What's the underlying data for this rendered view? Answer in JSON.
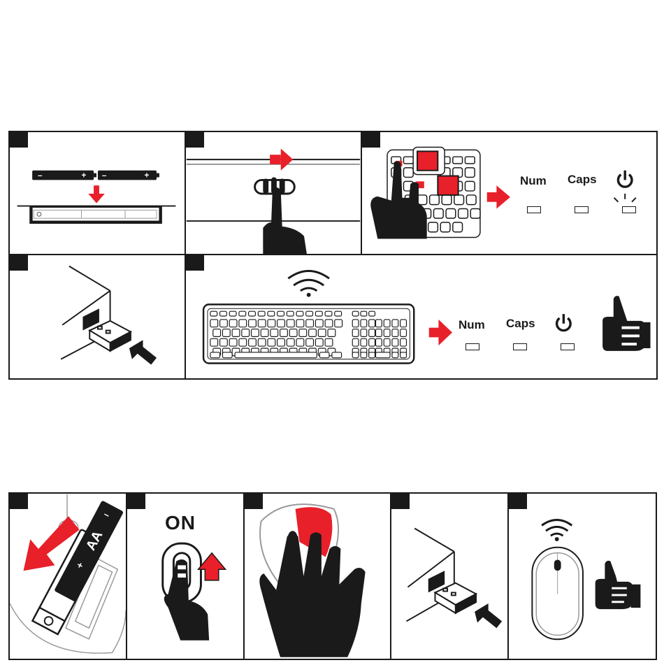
{
  "keyboard_steps": {
    "indicators_step3": {
      "num": "Num",
      "caps": "Caps"
    },
    "indicators_step5": {
      "num": "Num",
      "caps": "Caps"
    }
  },
  "mouse_steps": {
    "switch_label": "ON",
    "battery_text_main": "AA",
    "battery_text_small": "AA"
  },
  "colors": {
    "accent": "#e8202a",
    "ink": "#1a1a1a"
  },
  "icons": [
    "battery-icon",
    "down-arrow-icon",
    "right-arrow-icon",
    "finger-icon",
    "hand-press-icon",
    "power-icon",
    "usb-receiver-icon",
    "black-arrow-icon",
    "wifi-icon",
    "keyboard-icon",
    "thumbs-up-icon",
    "mouse-icon",
    "up-arrow-icon"
  ]
}
